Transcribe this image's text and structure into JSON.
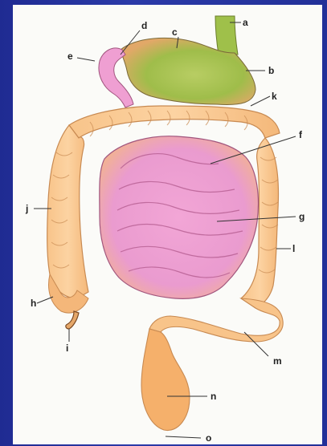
{
  "labels": {
    "a": "a",
    "b": "b",
    "c": "c",
    "d": "d",
    "e": "e",
    "f": "f",
    "g": "g",
    "h": "h",
    "i": "i",
    "j": "j",
    "k": "k",
    "l": "l",
    "m": "m",
    "n": "n",
    "o": "o"
  }
}
